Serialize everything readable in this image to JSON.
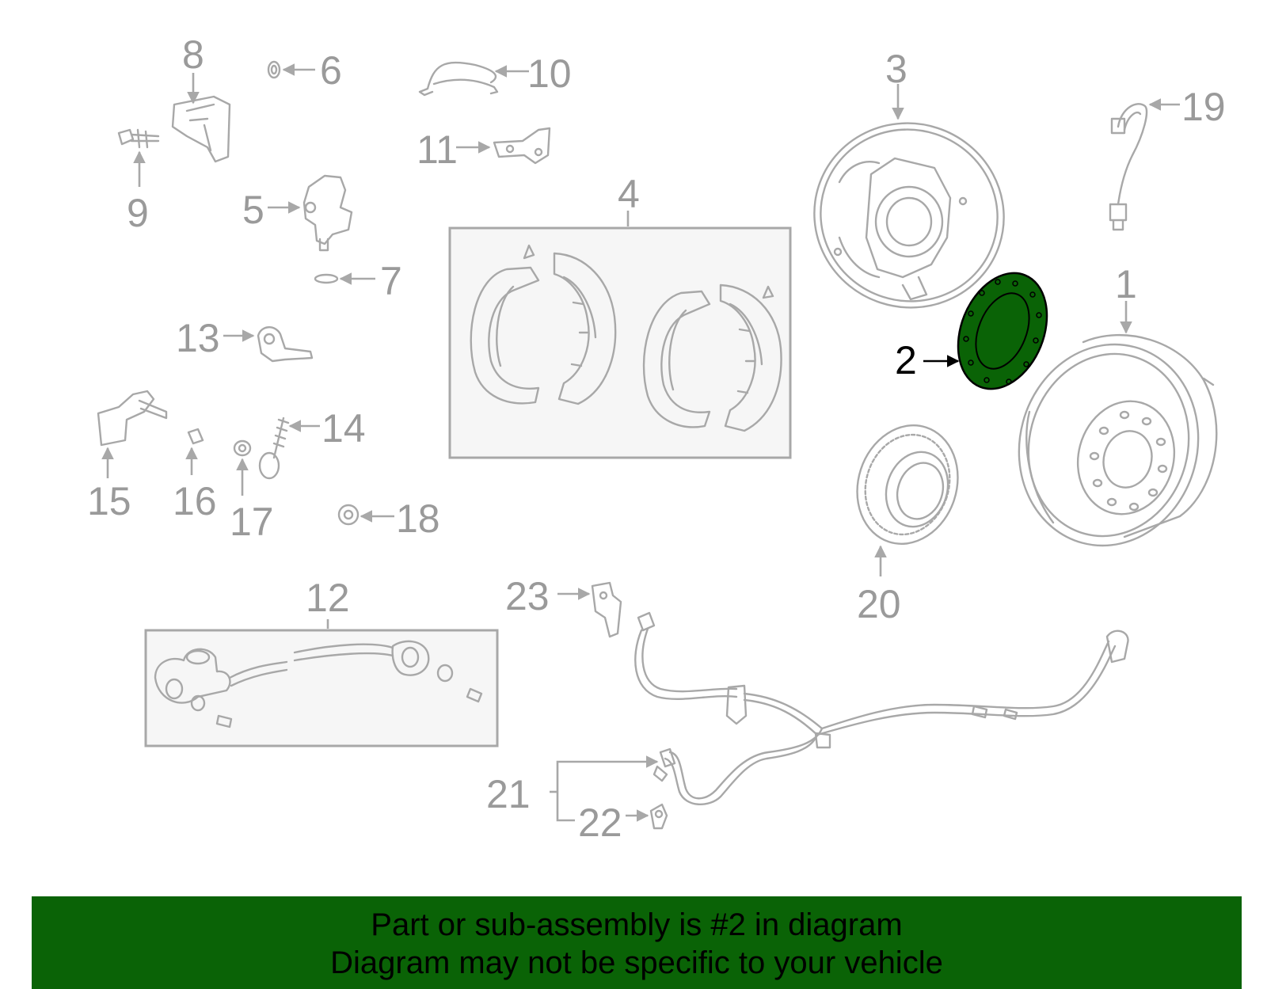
{
  "diagram": {
    "highlighted_part": "2",
    "callouts": [
      {
        "id": "1",
        "label": "1"
      },
      {
        "id": "2",
        "label": "2"
      },
      {
        "id": "3",
        "label": "3"
      },
      {
        "id": "4",
        "label": "4"
      },
      {
        "id": "5",
        "label": "5"
      },
      {
        "id": "6",
        "label": "6"
      },
      {
        "id": "7",
        "label": "7"
      },
      {
        "id": "8",
        "label": "8"
      },
      {
        "id": "9",
        "label": "9"
      },
      {
        "id": "10",
        "label": "10"
      },
      {
        "id": "11",
        "label": "11"
      },
      {
        "id": "12",
        "label": "12"
      },
      {
        "id": "13",
        "label": "13"
      },
      {
        "id": "14",
        "label": "14"
      },
      {
        "id": "15",
        "label": "15"
      },
      {
        "id": "16",
        "label": "16"
      },
      {
        "id": "17",
        "label": "17"
      },
      {
        "id": "18",
        "label": "18"
      },
      {
        "id": "19",
        "label": "19"
      },
      {
        "id": "20",
        "label": "20"
      },
      {
        "id": "21",
        "label": "21"
      },
      {
        "id": "22",
        "label": "22"
      },
      {
        "id": "23",
        "label": "23"
      }
    ]
  },
  "banner": {
    "line1": "Part or sub-assembly is #2 in diagram",
    "line2": "Diagram may not be specific to your vehicle"
  },
  "colors": {
    "highlight": "#0a6306",
    "banner_bg": "#0a6306",
    "line_art": "#a8a8a8",
    "callout_text": "#9a9a9a"
  }
}
